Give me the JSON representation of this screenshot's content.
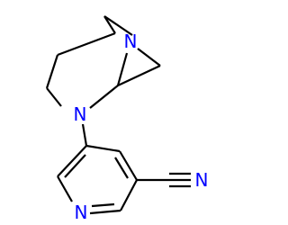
{
  "molecule": {
    "atoms": [
      {
        "id": "n_bridge",
        "label": "N",
        "color": "#0000ff"
      },
      {
        "id": "n_ring",
        "label": "N",
        "color": "#0000ff"
      },
      {
        "id": "n_pyr",
        "label": "N",
        "color": "#0000ff"
      },
      {
        "id": "n_nitrile",
        "label": "N",
        "color": "#0000ff"
      }
    ],
    "colors": {
      "bond": "#000000",
      "nitrogen": "#0000ff",
      "background": "#ffffff"
    }
  }
}
